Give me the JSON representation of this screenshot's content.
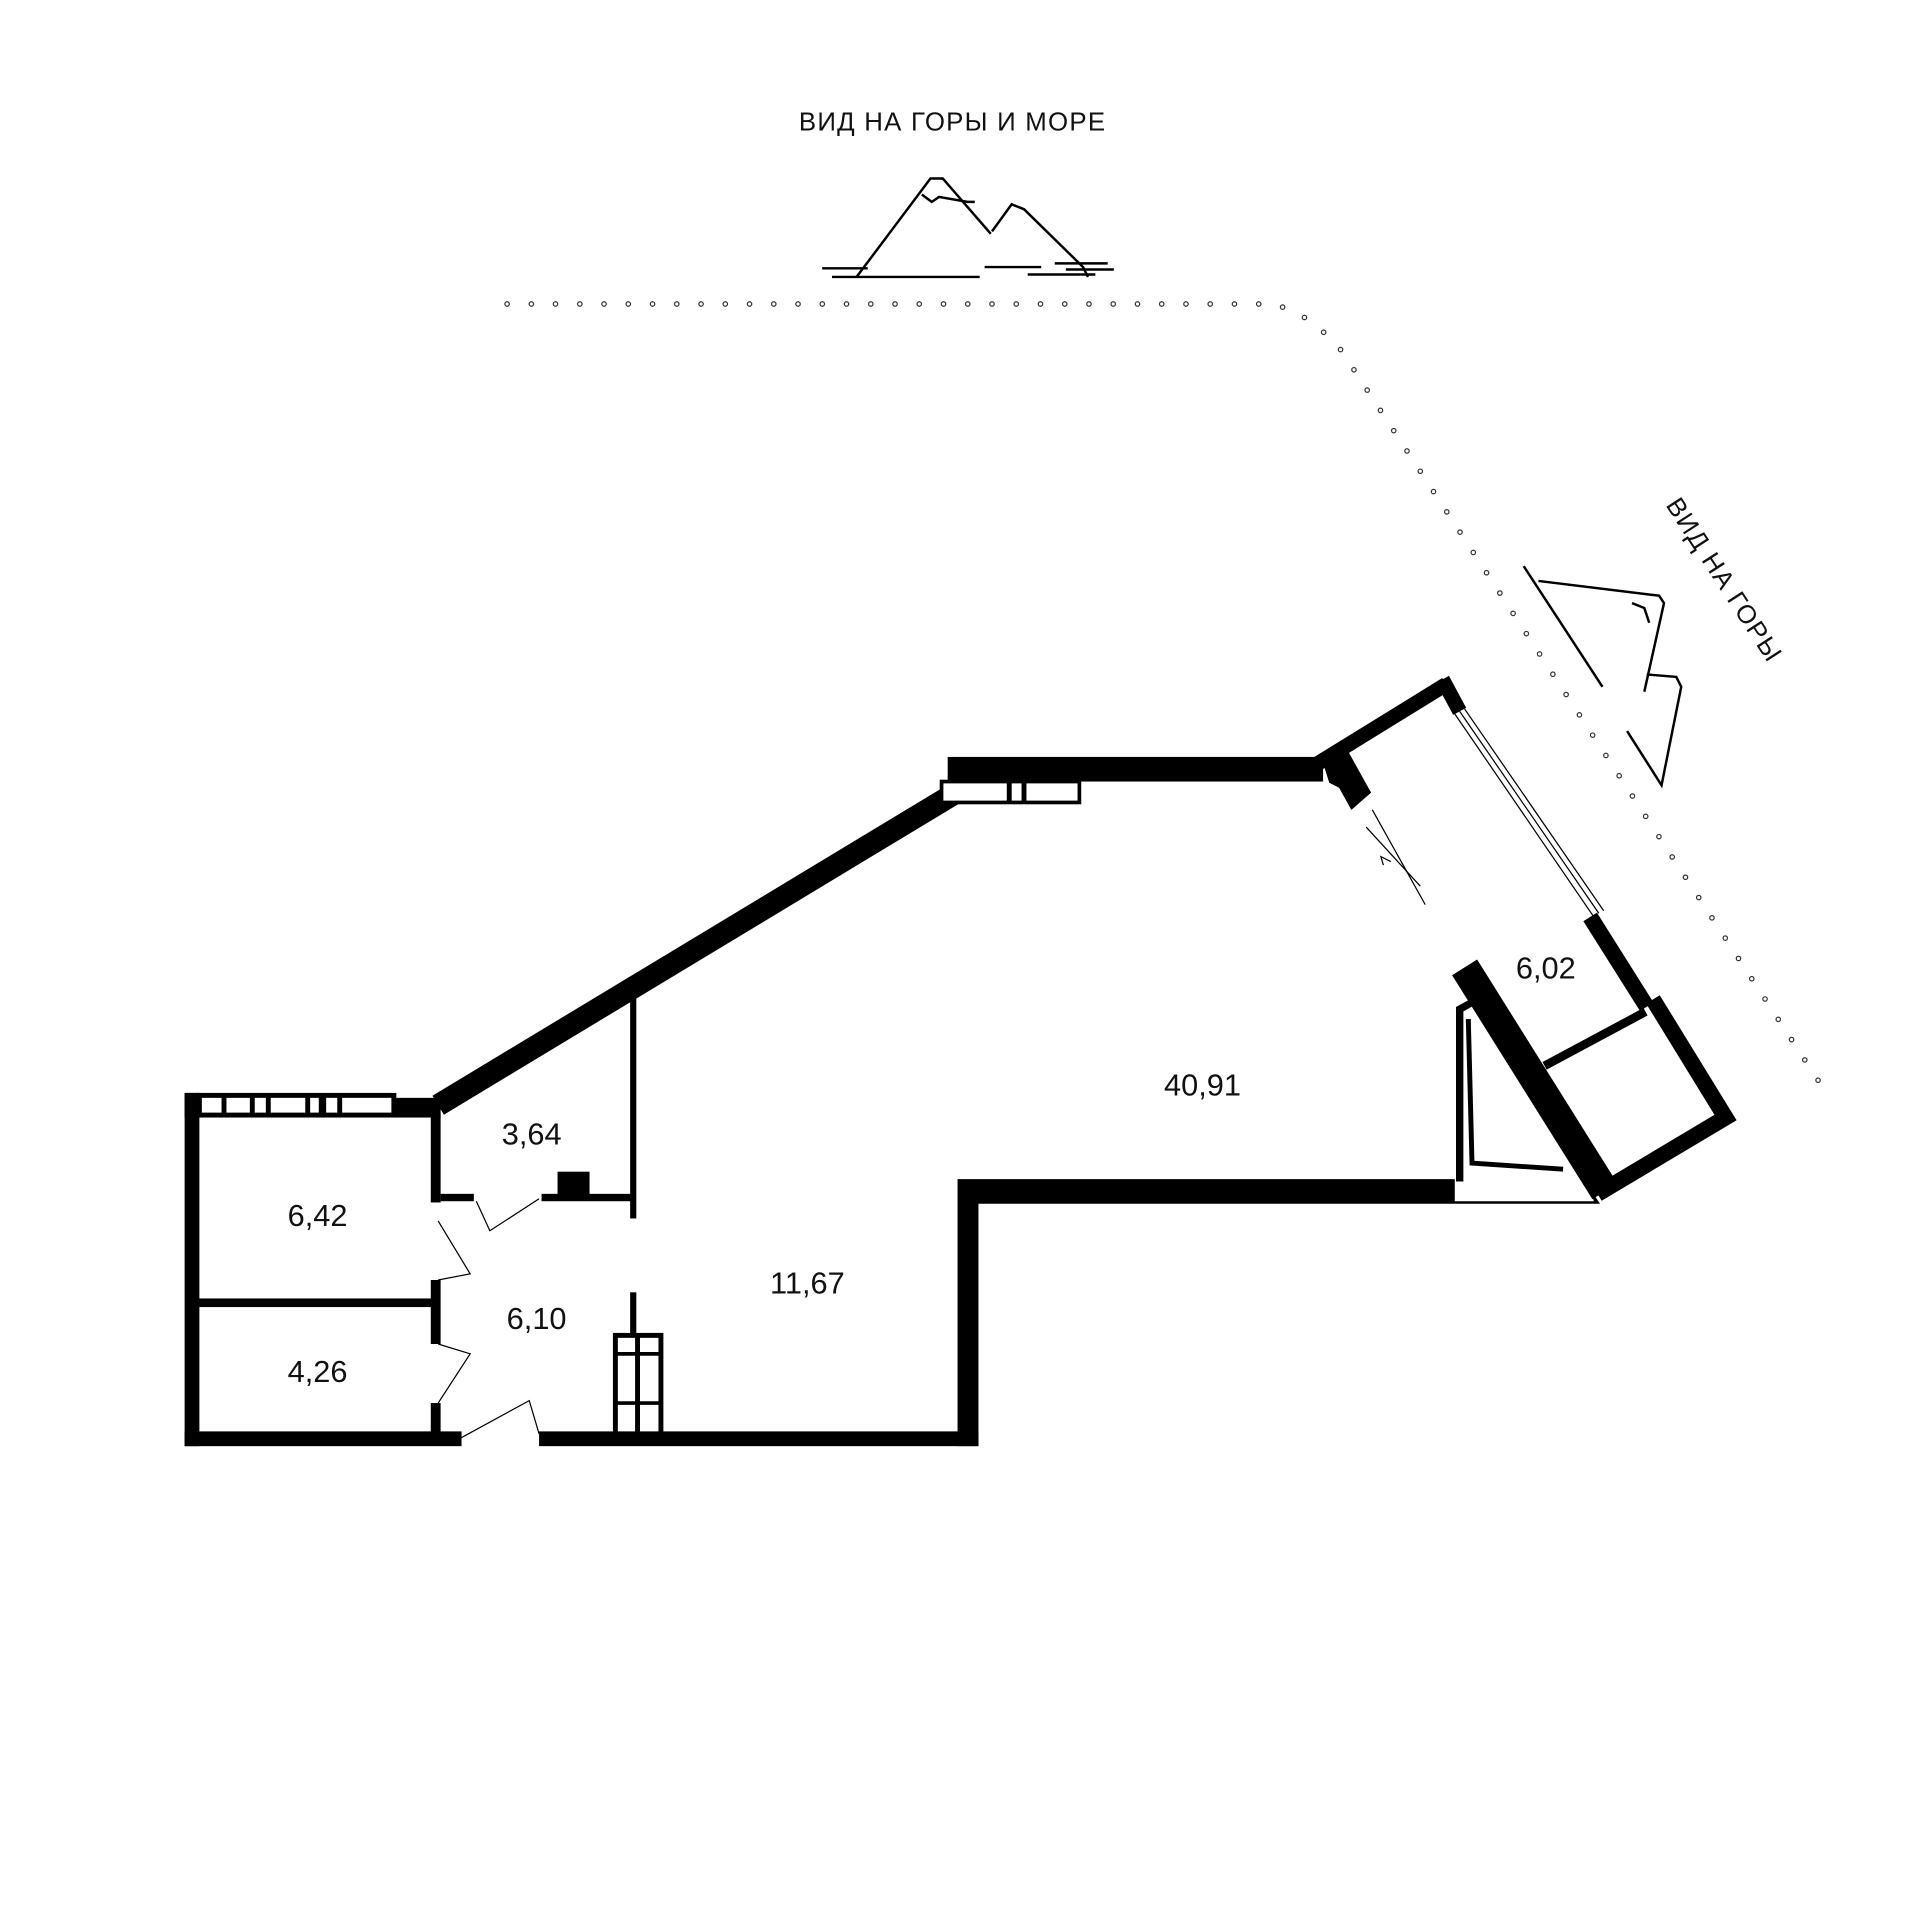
{
  "views": {
    "top": "ВИД НА ГОРЫ И МОРЕ",
    "right": "ВИД НА ГОРЫ"
  },
  "rooms": {
    "living": "40,91",
    "kitchen_hall": "11,67",
    "hall": "6,10",
    "bathroom": "3,64",
    "bedroom_small": "6,42",
    "wc": "4,26",
    "balcony": "6,02"
  },
  "icons": [
    "mountain-sea-icon",
    "mountain-icon"
  ]
}
